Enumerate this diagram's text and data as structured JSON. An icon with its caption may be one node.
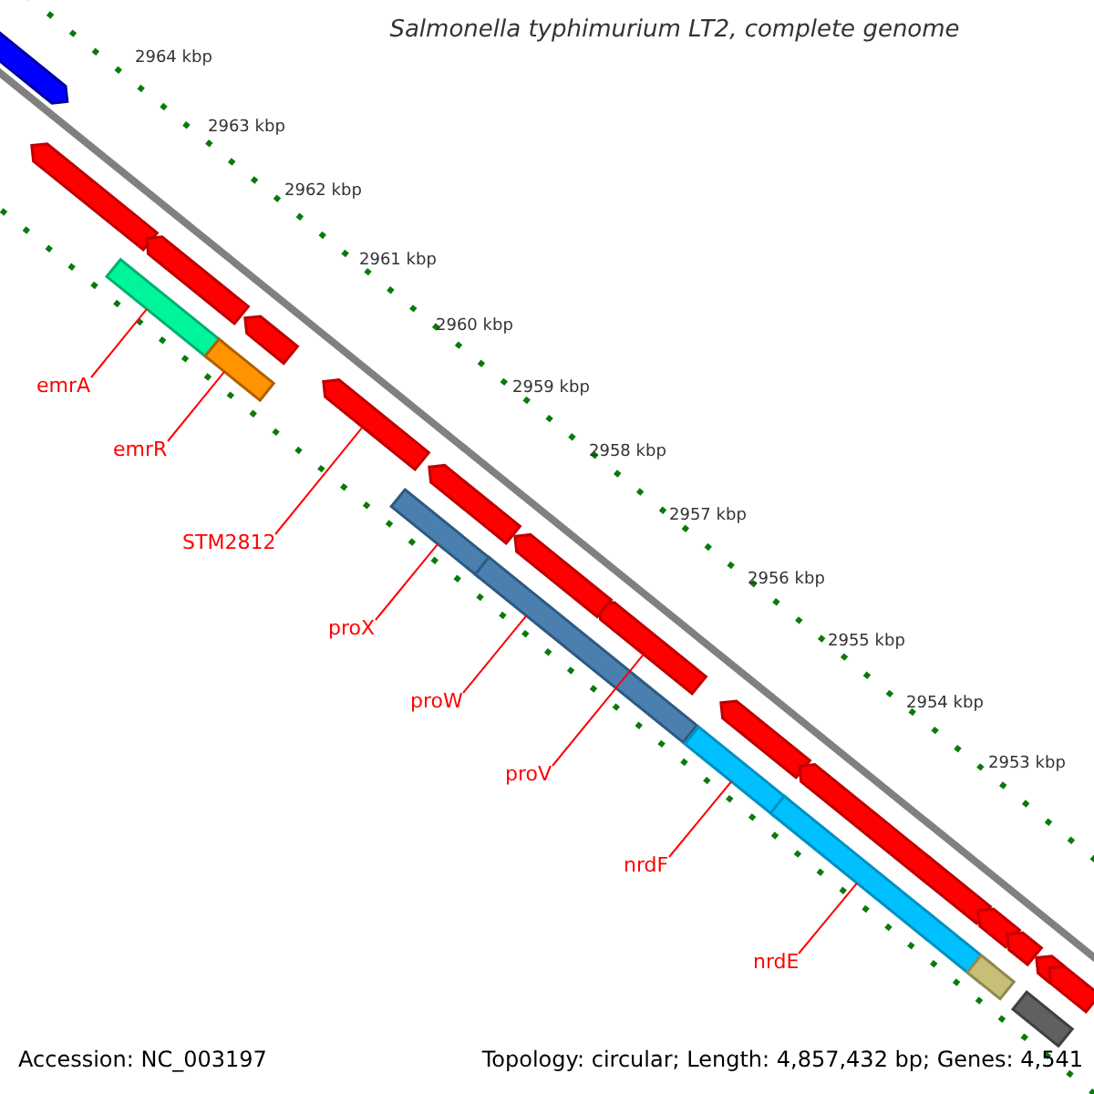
{
  "diagram": {
    "title": "Salmonella typhimurium LT2, complete genome",
    "nodes": [
      {
        "text": [
          "emrA"
        ]
      },
      {
        "text": [
          "emrR"
        ]
      },
      {
        "text": [
          "STM2812"
        ]
      },
      {
        "text": [
          "proX"
        ]
      },
      {
        "text": [
          "proW"
        ]
      },
      {
        "text": [
          "proV"
        ]
      },
      {
        "text": [
          "nrdF"
        ]
      },
      {
        "text": [
          "nrdE"
        ]
      },
      {
        "text": [],
        "shape": "bar"
      },
      {
        "text": [],
        "shape": "bar"
      },
      {
        "text": [],
        "shape": "arrow"
      },
      {
        "text": [],
        "shape": "bar"
      },
      {
        "text": [],
        "shape": "bar"
      },
      {
        "text": [],
        "shape": "arrow"
      },
      {
        "text": [],
        "shape": "bar"
      },
      {
        "text": [],
        "shape": "bar"
      },
      {
        "text": [],
        "shape": "arrow"
      },
      {
        "text": [],
        "shape": "arrow"
      },
      {
        "text": [],
        "shape": "arrow"
      },
      {
        "text": [],
        "shape": "arrow"
      },
      {
        "text": [],
        "shape": "arrow"
      },
      {
        "text": [],
        "shape": "arrow"
      },
      {
        "text": [],
        "shape": "arrow"
      },
      {
        "text": [],
        "shape": "arrow"
      },
      {
        "text": [],
        "shape": "arrow"
      },
      {
        "text": [],
        "shape": "arrow"
      },
      {
        "text": [],
        "shape": "arrow"
      },
      {
        "text": [],
        "shape": "arrow"
      },
      {
        "text": [],
        "shape": "bar"
      },
      {
        "text": [],
        "shape": "bar"
      }
    ],
    "edges": [
      {
        "from": 0,
        "to": 8,
        "arrow": "none"
      },
      {
        "from": 1,
        "to": 9,
        "arrow": "none"
      },
      {
        "from": 2,
        "to": 10,
        "arrow": "none"
      },
      {
        "from": 3,
        "to": 11,
        "arrow": "none"
      },
      {
        "from": 4,
        "to": 12,
        "arrow": "none"
      },
      {
        "from": 5,
        "to": 13,
        "arrow": "none"
      },
      {
        "from": 6,
        "to": 14,
        "arrow": "none"
      },
      {
        "from": 7,
        "to": 15,
        "arrow": "none"
      }
    ],
    "labels": [
      "2964 kbp",
      "2963 kbp",
      "2962 kbp",
      "2961 kbp",
      "2960 kbp",
      "2959 kbp",
      "2958 kbp",
      "2957 kbp",
      "2956 kbp",
      "2955 kbp",
      "2954 kbp",
      "2953 kbp",
      "Accession: NC_003197",
      "Topology: circular; Length: 4,857,432 bp; Genes: 4,541"
    ]
  }
}
